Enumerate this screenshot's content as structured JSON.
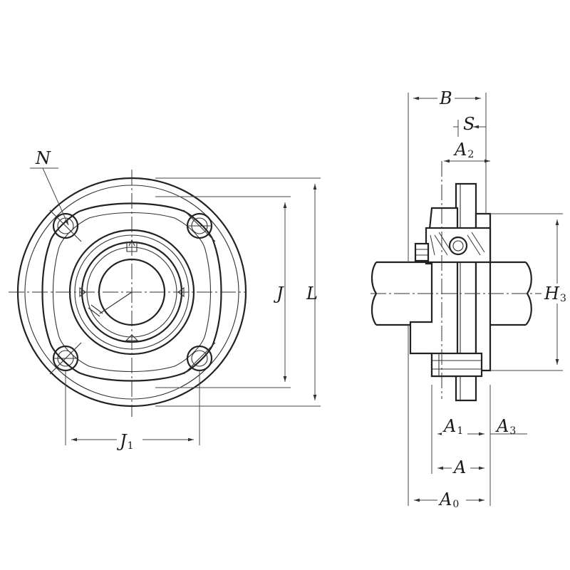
{
  "front_view": {
    "labels": {
      "N": "N",
      "J": "J",
      "L": "L",
      "J1_main": "J",
      "J1_sub": "1"
    }
  },
  "side_view": {
    "labels": {
      "B": "B",
      "S": "S",
      "A2_main": "A",
      "A2_sub": "2",
      "H3_main": "H",
      "H3_sub": "3",
      "A1_main": "A",
      "A1_sub": "1",
      "A3_main": "A",
      "A3_sub": "3",
      "A": "A",
      "A0_main": "A",
      "A0_sub": "0"
    }
  }
}
